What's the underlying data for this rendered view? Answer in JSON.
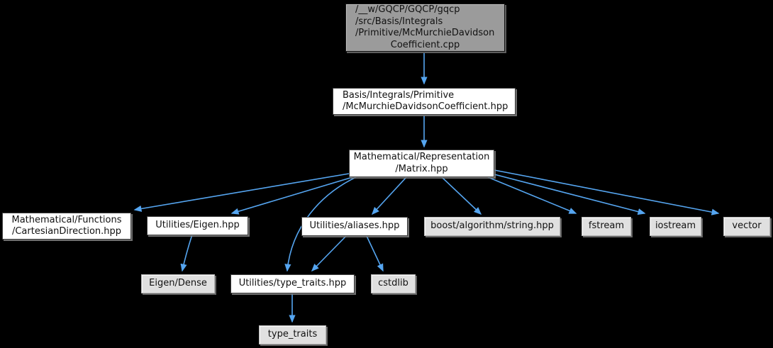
{
  "diagram": {
    "type": "include-dependency-graph",
    "colors": {
      "background": "#000000",
      "edge": "#55a5f0",
      "main_node_fill": "#9b9b9b",
      "project_node_fill": "#ffffff",
      "system_node_fill": "#e0e0e0",
      "text": "#111111"
    }
  },
  "graph": {
    "nodes": {
      "cpp": {
        "path_lines": "/__w/GQCP/GQCP/gqcp\n/src/Basis/Integrals\n/Primitive/McMurchieDavidson",
        "file_line": "Coefficient.cpp"
      },
      "mcmurchie_hpp": {
        "label": "Basis/Integrals/Primitive\n/McMurchieDavidsonCoefficient.hpp"
      },
      "matrix_hpp": {
        "label": "Mathematical/Representation\n/Matrix.hpp"
      },
      "cartesian_direction_hpp": {
        "label": "Mathematical/Functions\n/CartesianDirection.hpp"
      },
      "eigen_hpp": {
        "label": "Utilities/Eigen.hpp"
      },
      "aliases_hpp": {
        "label": "Utilities/aliases.hpp"
      },
      "boost_string_hpp": {
        "label": "boost/algorithm/string.hpp"
      },
      "fstream": {
        "label": "fstream"
      },
      "iostream": {
        "label": "iostream"
      },
      "vector": {
        "label": "vector"
      },
      "eigen_dense": {
        "label": "Eigen/Dense"
      },
      "type_traits_hpp": {
        "label": "Utilities/type_traits.hpp"
      },
      "cstdlib": {
        "label": "cstdlib"
      },
      "type_traits": {
        "label": "type_traits"
      }
    },
    "edges": [
      {
        "from": "cpp",
        "to": "mcmurchie_hpp"
      },
      {
        "from": "mcmurchie_hpp",
        "to": "matrix_hpp"
      },
      {
        "from": "matrix_hpp",
        "to": "cartesian_direction_hpp"
      },
      {
        "from": "matrix_hpp",
        "to": "eigen_hpp"
      },
      {
        "from": "matrix_hpp",
        "to": "aliases_hpp"
      },
      {
        "from": "matrix_hpp",
        "to": "boost_string_hpp"
      },
      {
        "from": "matrix_hpp",
        "to": "fstream"
      },
      {
        "from": "matrix_hpp",
        "to": "iostream"
      },
      {
        "from": "matrix_hpp",
        "to": "vector"
      },
      {
        "from": "matrix_hpp",
        "to": "type_traits_hpp"
      },
      {
        "from": "eigen_hpp",
        "to": "eigen_dense"
      },
      {
        "from": "aliases_hpp",
        "to": "type_traits_hpp"
      },
      {
        "from": "aliases_hpp",
        "to": "cstdlib"
      },
      {
        "from": "type_traits_hpp",
        "to": "type_traits"
      }
    ]
  }
}
